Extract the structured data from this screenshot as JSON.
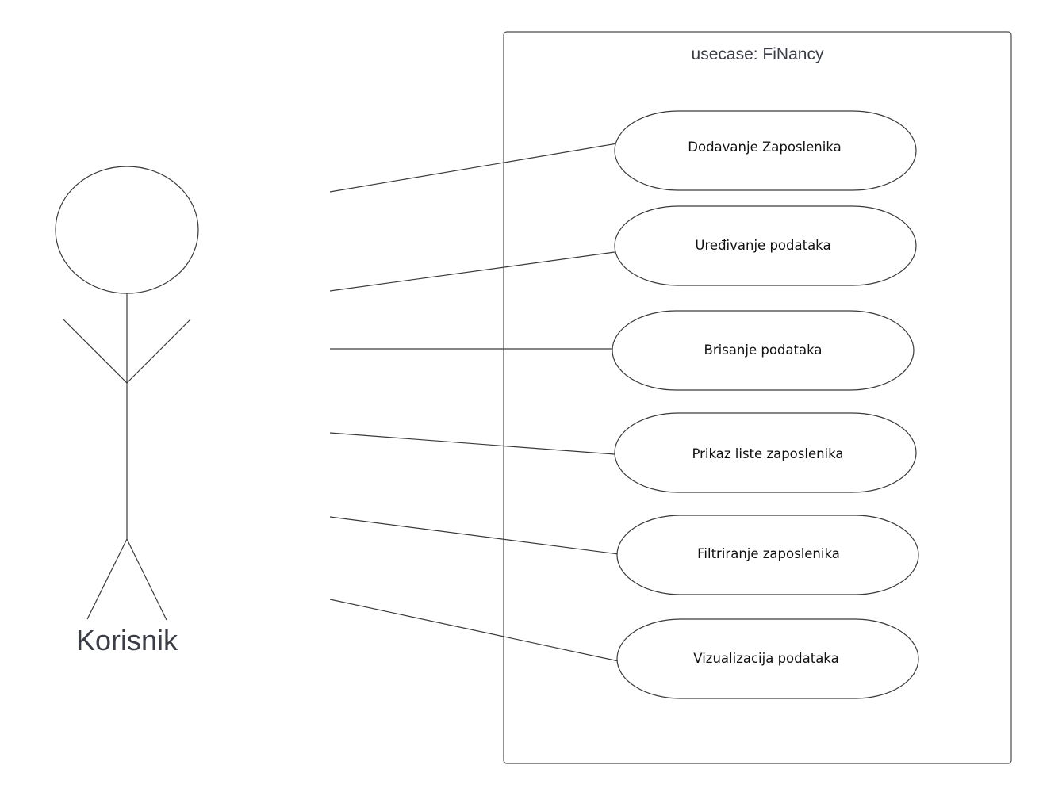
{
  "diagram": {
    "system": {
      "title": "usecase: FiNancy"
    },
    "actor": {
      "label": "Korisnik"
    },
    "use_cases": [
      {
        "id": "uc-dodavanje",
        "label": "Dodavanje Zaposlenika"
      },
      {
        "id": "uc-uredivanje",
        "label": "Uređivanje podataka"
      },
      {
        "id": "uc-brisanje",
        "label": "Brisanje podataka"
      },
      {
        "id": "uc-prikaz",
        "label": "Prikaz liste zaposlenika"
      },
      {
        "id": "uc-filtriranje",
        "label": "Filtriranje zaposlenika"
      },
      {
        "id": "uc-vizualizacija",
        "label": "Vizualizacija podataka"
      }
    ]
  }
}
